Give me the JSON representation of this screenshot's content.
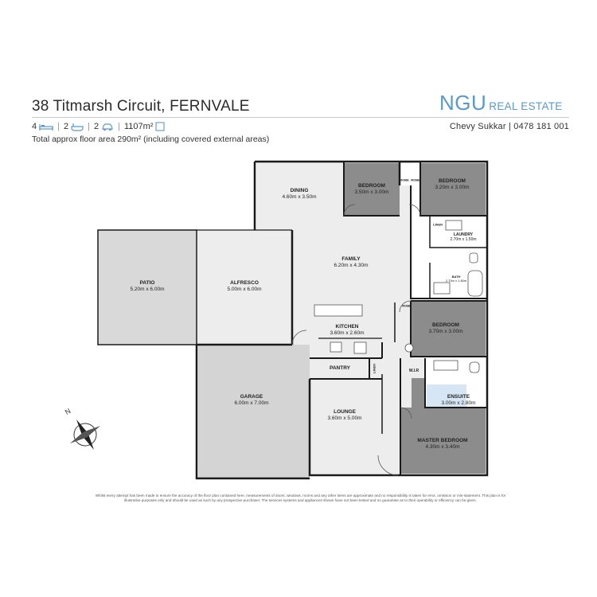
{
  "header": {
    "address": "38 Titmarsh Circuit, FERNVALE",
    "logo_main": "NGU",
    "logo_sub": "REAL ESTATE",
    "agent": "Chevy Sukkar | 0478 181 001",
    "stats": {
      "bedrooms": "4",
      "bathrooms": "2",
      "garages": "2",
      "land": "1107m²"
    },
    "total_area": "Total approx floor area 290m² (including covered external areas)"
  },
  "rooms": {
    "patio": {
      "name": "PATIO",
      "dims": "5.20m  x 6.00m"
    },
    "alfresco": {
      "name": "ALFRESCO",
      "dims": "5.00m  x 6.00m"
    },
    "dining": {
      "name": "DINING",
      "dims": "4.60m  x 3.50m"
    },
    "family": {
      "name": "FAMILY",
      "dims": "6.20m x 4.30m"
    },
    "kitchen": {
      "name": "KITCHEN",
      "dims": "3.60m  x 2.60m"
    },
    "pantry": {
      "name": "PANTRY"
    },
    "garage": {
      "name": "GARAGE",
      "dims": "6.00m  x 7.00m"
    },
    "lounge": {
      "name": "LOUNGE",
      "dims": "3.60m  x 5.00m"
    },
    "bed1": {
      "name": "BEDROOM",
      "dims": "3.50m  x 3.00m"
    },
    "bed2": {
      "name": "BEDROOM",
      "dims": "3.20m  x 3.00m"
    },
    "laundry": {
      "name": "LAUNDRY",
      "dims": "2.70m  x 1.50m"
    },
    "bath": {
      "name": "BATH",
      "dims": "2.70m x 1.80m"
    },
    "bed3": {
      "name": "BEDROOM",
      "dims": "3.70m  x 3.00m"
    },
    "ensuite": {
      "name": "ENSUITE",
      "dims": "3.00m  x 2.80m"
    },
    "master": {
      "name": "MASTER BEDROOM",
      "dims": "4.30m  x 3.40m"
    }
  },
  "small_labels": {
    "linen1": "LINEN",
    "linen2": "LINEN",
    "robe1": "ROBE",
    "robe2": "ROBE",
    "robe3": "ROBE",
    "wir": "W.I.R"
  },
  "compass": {
    "north": "N"
  },
  "disclaimer": "Whilst every attempt has been made to ensure the accuracy of the floor plan contained here, measurements of doors, windows, rooms and any other items are approximate and no responsibility is taken for error, omission or mis-statement. This plan is for illustrative purposes only and should be used as such by any prospective purchaser. The services systems and appliances shown have not been tested and no guarantee as to their operability or efficiency can be given.",
  "colors": {
    "accent": "#5a9ac9",
    "wall": "#1a1a1a",
    "light_floor": "#ededed",
    "patio_floor": "#d9d9d9",
    "garage_floor": "#d4d4d4",
    "bedroom_floor": "#8c8c8c",
    "bathroom_floor": "#ffffff",
    "ensuite_floor": "#d6e6f5"
  }
}
